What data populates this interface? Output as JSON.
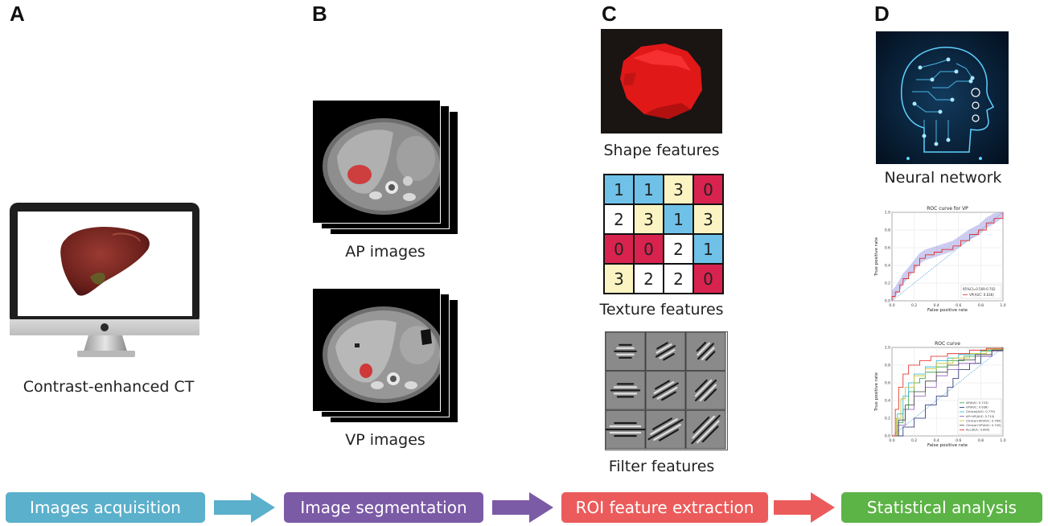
{
  "panels": {
    "a": {
      "label": "A",
      "caption": "Contrast-enhanced CT"
    },
    "b": {
      "label": "B",
      "caption_ap": "AP images",
      "caption_vp": "VP images"
    },
    "c": {
      "label": "C",
      "caption_shape": "Shape features",
      "caption_texture": "Texture features",
      "caption_filter": "Filter features"
    },
    "d": {
      "label": "D",
      "caption_nn": "Neural network"
    }
  },
  "texture_grid": {
    "values": [
      [
        "1",
        "1",
        "3",
        "0"
      ],
      [
        "2",
        "3",
        "1",
        "3"
      ],
      [
        "0",
        "0",
        "2",
        "1"
      ],
      [
        "3",
        "2",
        "2",
        "0"
      ]
    ],
    "colors": [
      [
        "#6fc1e8",
        "#6fc1e8",
        "#fbf4c2",
        "#d8234f"
      ],
      [
        "#ffffff",
        "#fbf4c2",
        "#6fc1e8",
        "#fbf4c2"
      ],
      [
        "#d8234f",
        "#d8234f",
        "#ffffff",
        "#6fc1e8"
      ],
      [
        "#fbf4c2",
        "#ffffff",
        "#ffffff",
        "#d8234f"
      ]
    ]
  },
  "roc_vp": {
    "title": "ROC curve for VP",
    "xlabel": "False positive rate",
    "ylabel": "True positive rate",
    "legend_ci": "95%CI=0.569-0.702",
    "legend_line": "VP(AUC: 0.636)",
    "ticks": [
      "0.0",
      "0.2",
      "0.4",
      "0.6",
      "0.8",
      "1.0"
    ]
  },
  "roc_all": {
    "title": "ROC curve",
    "xlabel": "False positive rate",
    "ylabel": "True positive rate",
    "ticks": [
      "0.0",
      "0.2",
      "0.4",
      "0.6",
      "0.8",
      "1.0"
    ],
    "legend": [
      {
        "name": "AP(AUC: 0.723)",
        "color": "#2e9e3e"
      },
      {
        "name": "VP(AUC: 0.636)",
        "color": "#1f2a6e"
      },
      {
        "name": "Clinical(AUC: 0.779)",
        "color": "#27b0c8"
      },
      {
        "name": "AP+VP(AUC: 0.710)",
        "color": "#8b5ab8"
      },
      {
        "name": "Clinical+AP(AUC: 0.769)",
        "color": "#c8c020"
      },
      {
        "name": "Clinical+VP(AUC: 0.745)",
        "color": "#444444"
      },
      {
        "name": "ALL(AUC: 0.800)",
        "color": "#e0201c"
      }
    ]
  },
  "workflow": [
    {
      "label": "Images acquisition",
      "color": "#5bb0cc"
    },
    {
      "label": "Image segmentation",
      "color": "#7b5aa6"
    },
    {
      "label": "ROI feature extraction",
      "color": "#ec5b5b"
    },
    {
      "label": "Statistical analysis",
      "color": "#5cb346"
    }
  ],
  "arrow_colors": [
    "#5bb0cc",
    "#7b5aa6",
    "#ec5b5b"
  ]
}
